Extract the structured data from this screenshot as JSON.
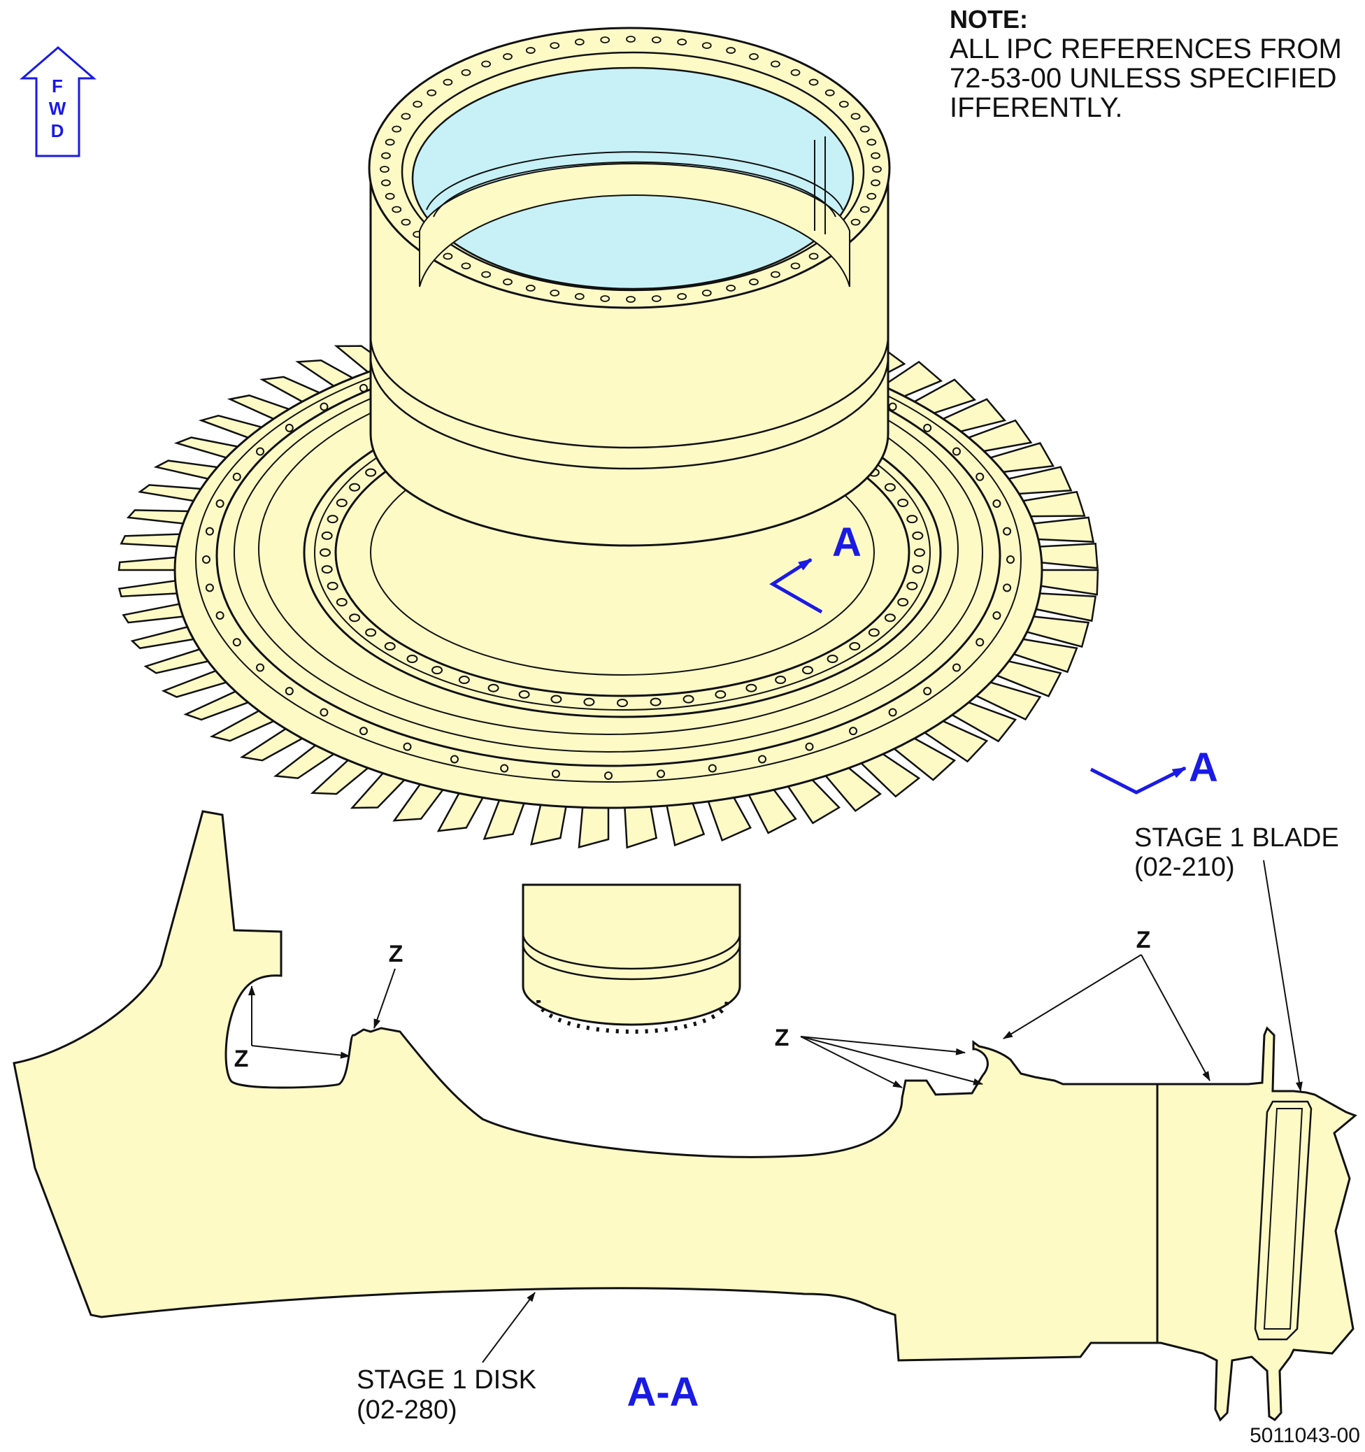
{
  "note": {
    "heading": "NOTE:",
    "lines": [
      "ALL IPC REFERENCES FROM",
      "72-53-00 UNLESS SPECIFIED",
      "IFFERENTLY."
    ]
  },
  "fwd_arrow": {
    "letters": [
      "F",
      "W",
      "D"
    ]
  },
  "section_marks": {
    "upper": "A",
    "lower": "A",
    "view_title": "A-A"
  },
  "callouts": {
    "blade": {
      "name": "STAGE 1 BLADE",
      "ref": "(02-210)"
    },
    "disk": {
      "name": "STAGE 1 DISK",
      "ref": "(02-280)"
    },
    "z_marker": "Z"
  },
  "figure_number": "5011043-00",
  "colors": {
    "part_fill": "#fdfac6",
    "bore_fill": "#c7f1f6",
    "outline": "#111111",
    "annotation_blue": "#1a1ae6"
  }
}
